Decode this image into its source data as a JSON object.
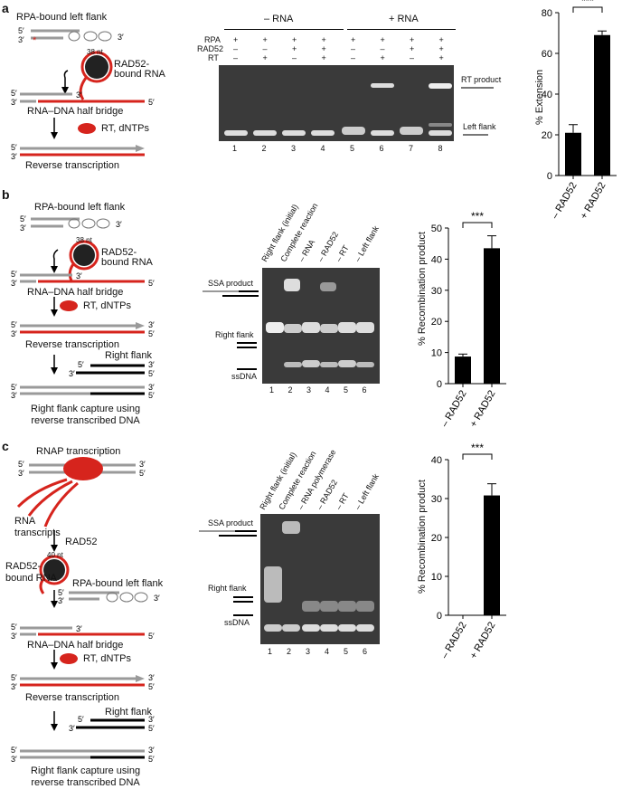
{
  "panels": [
    {
      "label": "a",
      "schematic": {
        "steps": [
          "RPA-bound left flank",
          "38 nt",
          "RAD52-\nbound RNA",
          "RNA–DNA half bridge",
          "RT, dNTPs",
          "Reverse transcription"
        ],
        "strand_5": "5′",
        "strand_3": "3′"
      },
      "gel": {
        "group_minus": "– RNA",
        "group_plus": "+ RNA",
        "rows": [
          {
            "label": "RPA",
            "values": [
              "+",
              "+",
              "+",
              "+",
              "+",
              "+",
              "+",
              "+"
            ]
          },
          {
            "label": "RAD52",
            "values": [
              "–",
              "–",
              "+",
              "+",
              "–",
              "–",
              "+",
              "+"
            ]
          },
          {
            "label": "RT",
            "values": [
              "–",
              "+",
              "–",
              "+",
              "–",
              "+",
              "–",
              "+"
            ]
          }
        ],
        "lanes": [
          "1",
          "2",
          "3",
          "4",
          "5",
          "6",
          "7",
          "8"
        ],
        "band_labels": [
          "RT product",
          "Left flank"
        ]
      }
    },
    {
      "label": "b",
      "schematic": {
        "steps": [
          "RPA-bound left flank",
          "38 nt",
          "RAD52-\nbound RNA",
          "RNA–DNA half bridge",
          "RT, dNTPs",
          "Reverse transcription",
          "Right flank",
          "Right flank capture using\nreverse transcribed DNA"
        ]
      },
      "gel": {
        "lane_headers": [
          "Right flank (initial)",
          "Complete reaction",
          "– RNA",
          "– RAD52",
          "– RT",
          "– Left flank"
        ],
        "lanes": [
          "1",
          "2",
          "3",
          "4",
          "5",
          "6"
        ],
        "band_labels": [
          "SSA product",
          "Right flank",
          "ssDNA"
        ]
      }
    },
    {
      "label": "c",
      "schematic": {
        "steps": [
          "RNAP transcription",
          "RNA\ntranscripts",
          "RAD52",
          "40 nt",
          "RAD52-\nbound RNA",
          "RPA-bound left flank",
          "RNA–DNA half bridge",
          "RT, dNTPs",
          "Reverse transcription",
          "Right flank",
          "Right flank capture using\nreverse transcribed DNA"
        ]
      },
      "gel": {
        "lane_headers": [
          "Right flank (initial)",
          "Complete reaction",
          "– RNA polymerase",
          "– RAD52",
          "– RT",
          "– Left flank"
        ],
        "lanes": [
          "1",
          "2",
          "3",
          "4",
          "5",
          "6"
        ],
        "band_labels": [
          "SSA product",
          "Right flank",
          "ssDNA"
        ]
      }
    }
  ],
  "chart_data": [
    {
      "type": "bar",
      "categories": [
        "– RAD52",
        "+ RAD52"
      ],
      "values": [
        21,
        69
      ],
      "errors": [
        4,
        2
      ],
      "ylabel": "% Extension",
      "ylim": [
        0,
        80
      ],
      "yticks": [
        "0",
        "20",
        "40",
        "60",
        "80"
      ],
      "significance": "***",
      "bar_color": "#000000"
    },
    {
      "type": "bar",
      "categories": [
        "– RAD52",
        "+ RAD52"
      ],
      "values": [
        8.7,
        43.5
      ],
      "errors": [
        0.8,
        4
      ],
      "ylabel": "% Recombination product",
      "ylim": [
        0,
        50
      ],
      "yticks": [
        "0",
        "10",
        "20",
        "30",
        "40",
        "50"
      ],
      "significance": "***",
      "bar_color": "#000000"
    },
    {
      "type": "bar",
      "categories": [
        "– RAD52",
        "+ RAD52"
      ],
      "values": [
        0,
        30.8
      ],
      "errors": [
        0,
        3
      ],
      "ylabel": "% Recombination product",
      "ylim": [
        0,
        40
      ],
      "yticks": [
        "0",
        "10",
        "20",
        "30",
        "40"
      ],
      "significance": "***",
      "bar_color": "#000000"
    }
  ],
  "colors": {
    "dna": "#9a9a9a",
    "rna": "#d6241d",
    "gel_bg": "#3a3a3a",
    "band": "#ffffff"
  }
}
